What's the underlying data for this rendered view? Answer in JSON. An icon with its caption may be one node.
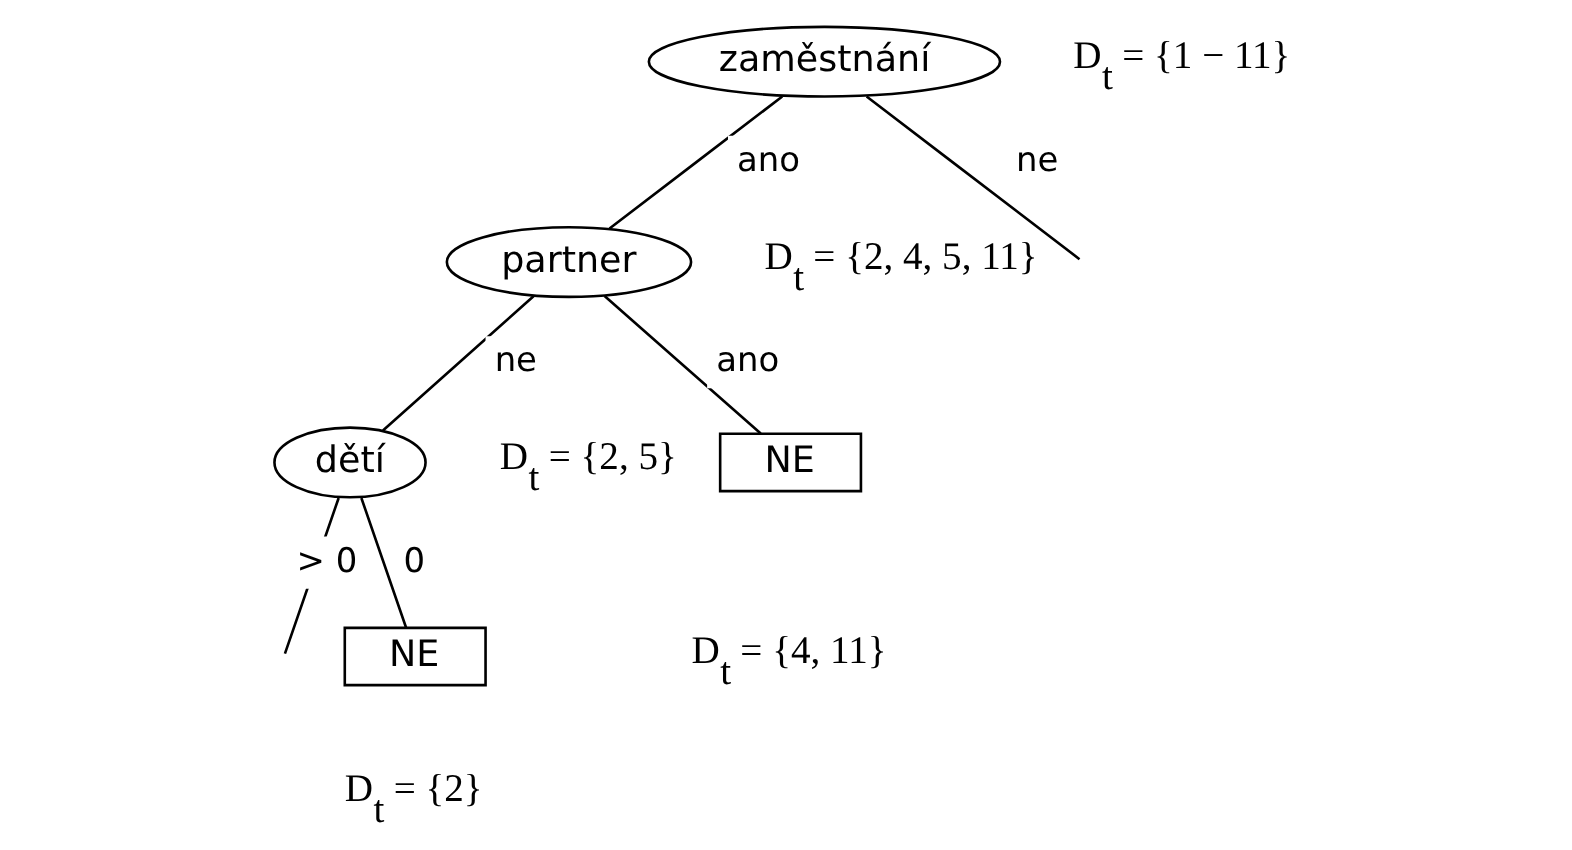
{
  "diagram": {
    "nodes": [
      {
        "text": [
          "zaměstnání"
        ],
        "beside": [
          "D$_{t}$ = {1 − 11}"
        ]
      },
      {
        "text": [
          "partner"
        ],
        "beside": [
          "D$_{t}$ = {2, 4, 5, 11}"
        ]
      },
      {
        "text": [
          "dětí"
        ],
        "beside": [
          "D$_{t}$ = {2, 5}"
        ]
      },
      {
        "text": [
          "NE"
        ],
        "beside": [
          "D$_{t}$ = {4, 11}"
        ]
      },
      {
        "text": [
          "NE"
        ],
        "beside": [
          "D$_{t}$ = {2}"
        ]
      }
    ],
    "edges": [
      {
        "from": 0,
        "to": 1,
        "arrow": "none",
        "label": "ano"
      },
      {
        "from": 0,
        "to": null,
        "arrow": "none",
        "label": "ne"
      },
      {
        "from": 1,
        "to": 2,
        "arrow": "none",
        "label": "ne"
      },
      {
        "from": 1,
        "to": 3,
        "arrow": "none",
        "label": "ano"
      },
      {
        "from": 2,
        "to": 4,
        "arrow": "none",
        "label": "0"
      },
      {
        "from": 2,
        "to": null,
        "arrow": "none",
        "label": "> 0"
      }
    ]
  }
}
